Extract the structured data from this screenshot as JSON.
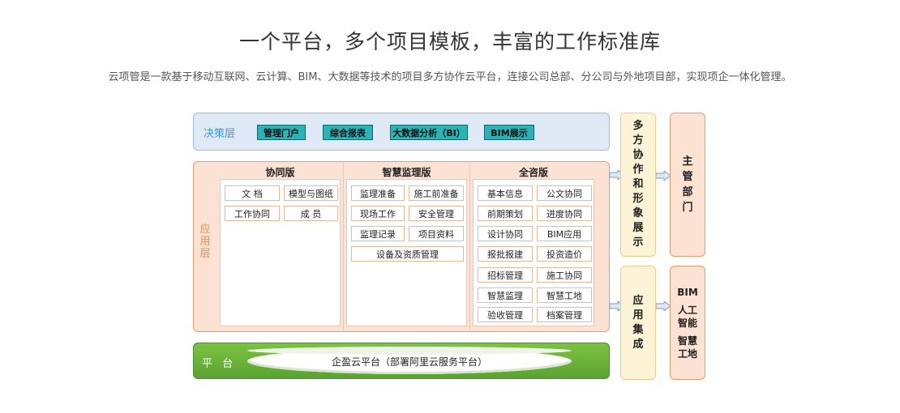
{
  "header": {
    "title": "一个平台，多个项目模板，丰富的工作标准库",
    "subtitle": "云项管是一款基于移动互联网、云计算、BIM、大数据等技术的项目多方协作云平台，连接公司总部、分公司与外地项目部，实现项企一体化管理。"
  },
  "decision_layer": {
    "label": "决策层",
    "tags": [
      "管理门户",
      "综合报表",
      "大数据分析（BI）",
      "BIM展示"
    ]
  },
  "app_layer": {
    "label": "应用层",
    "col1": {
      "title": "协同版",
      "items": [
        "文 档",
        "模型与图纸",
        "工作协同",
        "成 员"
      ]
    },
    "col2": {
      "title": "智慧监理版",
      "items": [
        "监理准备",
        "施工前准备",
        "现场工作",
        "安全管理",
        "监理记录",
        "项目资料",
        "设备及资质管理"
      ]
    },
    "col3": {
      "title": "全咨版",
      "items": [
        "基本信息",
        "公文协同",
        "前期策划",
        "进度协同",
        "设计协同",
        "BIM应用",
        "报批报建",
        "投资造价",
        "招标管理",
        "施工协同",
        "智慧监理",
        "智慧工地",
        "验收管理",
        "档案管理"
      ]
    }
  },
  "platform_layer": {
    "label": "平 台",
    "cloud": "企盈云平台（部署阿里云服务平台）"
  },
  "right": {
    "multi_party": "多方协作和形象展示",
    "app_integration": "应用集成",
    "main_dept": "主管部门",
    "bim": "BIM",
    "ai": "人工智能",
    "smart_site": "智慧工地"
  },
  "colors": {
    "decision_bg": "#dfeaf6",
    "tag_bg": "#2bb3b5",
    "app_bg": "#fbe2d3",
    "platform_bg": "#6cb53b",
    "yellow_bg": "#fdf3d6"
  }
}
